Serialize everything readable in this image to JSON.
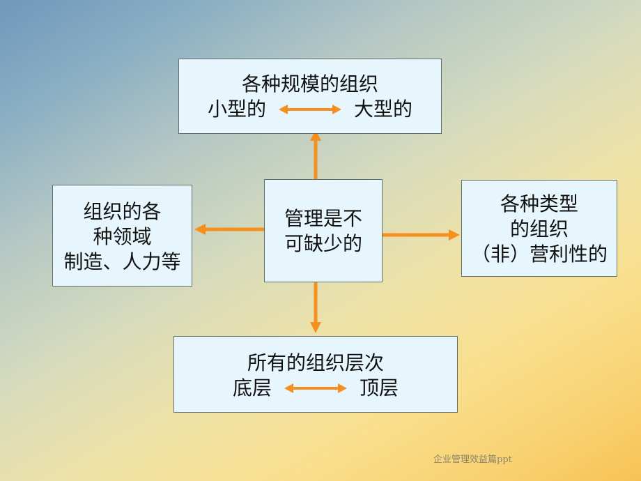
{
  "diagram": {
    "center": {
      "line1": "管理是不",
      "line2": "可缺少的"
    },
    "top": {
      "title": "各种规模的组织",
      "left_end": "小型的",
      "right_end": "大型的"
    },
    "left": {
      "line1": "组织的各",
      "line2": "种领域",
      "line3": "制造、人力等"
    },
    "right": {
      "line1": "各种类型",
      "line2": "的组织",
      "line3": "（非）营利性的"
    },
    "bottom": {
      "title": "所有的组织层次",
      "left_end": "底层",
      "right_end": "顶层"
    },
    "arrow_color": "#f5901e"
  },
  "footer": {
    "text": "企业管理效益篇ppt"
  }
}
